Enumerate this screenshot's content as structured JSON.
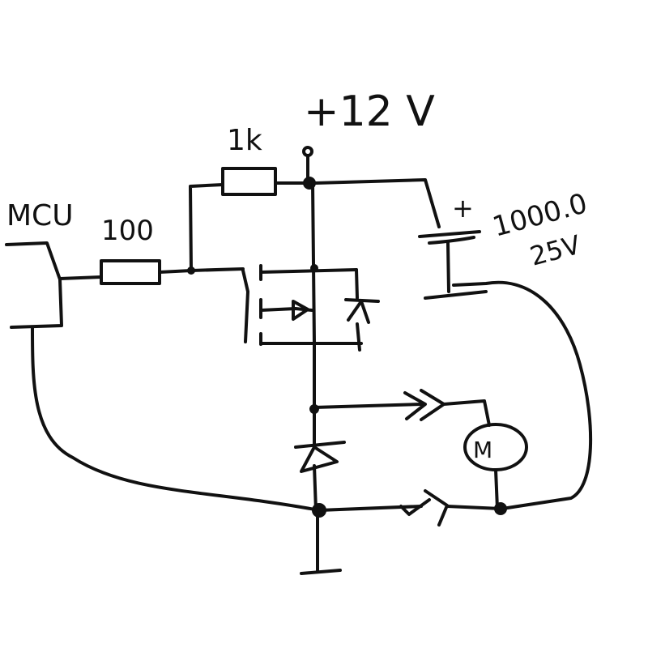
{
  "labels": {
    "mcu": "MCU",
    "r_gate": "100",
    "r_pullup": "1k",
    "supply": "+12 V",
    "cap_value": "1000.0",
    "cap_voltage": "25V",
    "cap_plus": "+",
    "motor": "M"
  },
  "colors": {
    "ink": "#111111",
    "background": "#ffffff"
  }
}
